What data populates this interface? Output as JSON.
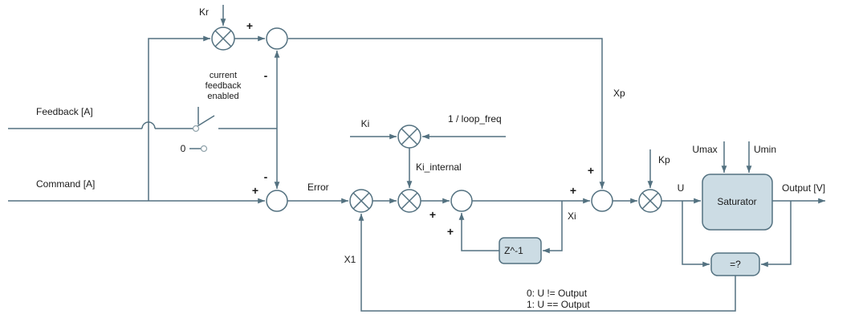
{
  "diagram": {
    "colors": {
      "line": "#537180",
      "block_fill": "#ccdce4",
      "text": "#1a1a1a",
      "contact": "#93a5ad"
    },
    "labels": {
      "kr": "Kr",
      "cfe1": "current",
      "cfe2": "feedback",
      "cfe3": "enabled",
      "feedback_input": "Feedback [A]",
      "zero": "0",
      "command_input": "Command [A]",
      "error": "Error",
      "ki": "Ki",
      "loop_freq": "1 / loop_freq",
      "ki_internal": "Ki_internal",
      "x1": "X1",
      "z_inverse": "Z^-1",
      "xi": "Xi",
      "xp": "Xp",
      "kp": "Kp",
      "u": "U",
      "saturator": "Saturator",
      "umax": "Umax",
      "umin": "Umin",
      "output": "Output [V]",
      "comparator": "=?",
      "cmp_line1": "0: U != Output",
      "cmp_line2": "1: U == Output",
      "plus": "+",
      "minus": "-"
    }
  }
}
